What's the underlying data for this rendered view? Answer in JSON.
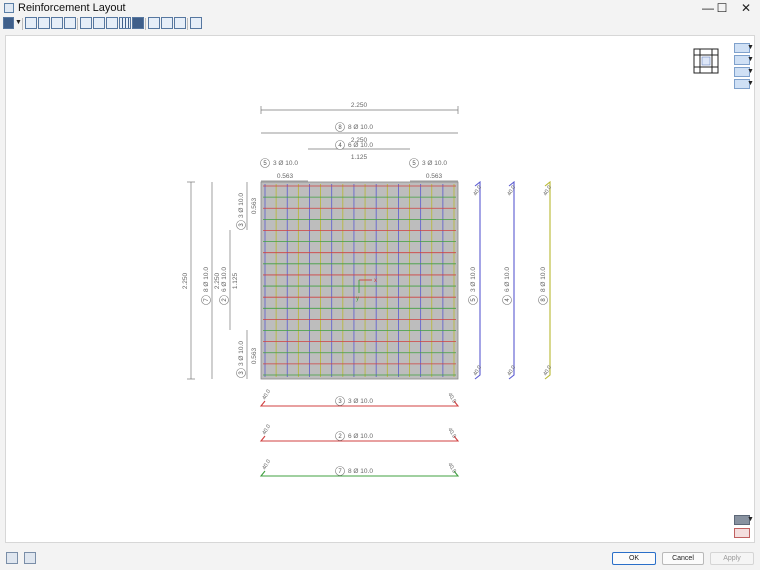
{
  "window": {
    "title": "Reinforcement Layout",
    "minimize_glyph": "—",
    "maximize_glyph": "☐",
    "close_glyph": "✕"
  },
  "toolbar": {
    "icons": [
      "print-icon",
      "view-layout-icon-1",
      "view-layout-icon-2",
      "view-layout-icon-3",
      "view-layout-icon-4",
      "frame-icon",
      "frame-bottom-icon",
      "frame-center-icon",
      "grid-icon",
      "fill-icon",
      "dimension-icon",
      "dimension-down-icon",
      "link-icon",
      "section-icon"
    ]
  },
  "drawing": {
    "top_dims": {
      "overall": "2.250",
      "bar8": "8 Ø 10.0",
      "bar8_num": "8",
      "mid": "2.250",
      "bar4": "6 Ø 10.0",
      "bar4_num": "4",
      "center": "1.125",
      "bar5_left": "3 Ø 10.0",
      "bar5_right": "3 Ø 10.0",
      "bar5_num": "5",
      "edge_left": "0.563",
      "edge_right": "0.563"
    },
    "left_dims": {
      "overall": "2.250",
      "bar7": "8 Ø 10.0",
      "bar7_num": "7",
      "bar2": "6 Ø 10.0",
      "bar2_num": "2",
      "mid": "2.250",
      "center": "1.125",
      "bar3_top": "3 Ø 10.0",
      "bar3_bottom": "3 Ø 10.0",
      "bar3_num": "3",
      "edge_top": "0.563",
      "edge_bottom": "0.563"
    },
    "axis_x": "x",
    "axis_y": "y",
    "right_bars": [
      {
        "num": "5",
        "label": "3 Ø 10.0",
        "hook": "40.0",
        "color": "#5a5ad0"
      },
      {
        "num": "4",
        "label": "6 Ø 10.0",
        "hook": "40.0",
        "color": "#5a5ad0"
      },
      {
        "num": "8",
        "label": "8 Ø 10.0",
        "hook": "40.0",
        "color": "#b8b830"
      }
    ],
    "bottom_bars": [
      {
        "num": "3",
        "label": "3 Ø 10.0",
        "hook": "40.0",
        "color": "#d04040"
      },
      {
        "num": "2",
        "label": "6 Ø 10.0",
        "hook": "40.0",
        "color": "#d04040"
      },
      {
        "num": "7",
        "label": "8 Ø 10.0",
        "hook": "40.0",
        "color": "#40a040"
      }
    ],
    "colors": {
      "slab_fill": "#bdbdbd",
      "bar_red": "#d04040",
      "bar_green": "#40a040",
      "bar_blue": "#5a5ad0",
      "bar_yellow": "#b8b830",
      "dim_line": "#777777"
    }
  },
  "bottombar": {
    "ok": "OK",
    "cancel": "Cancel",
    "apply": "Apply"
  }
}
